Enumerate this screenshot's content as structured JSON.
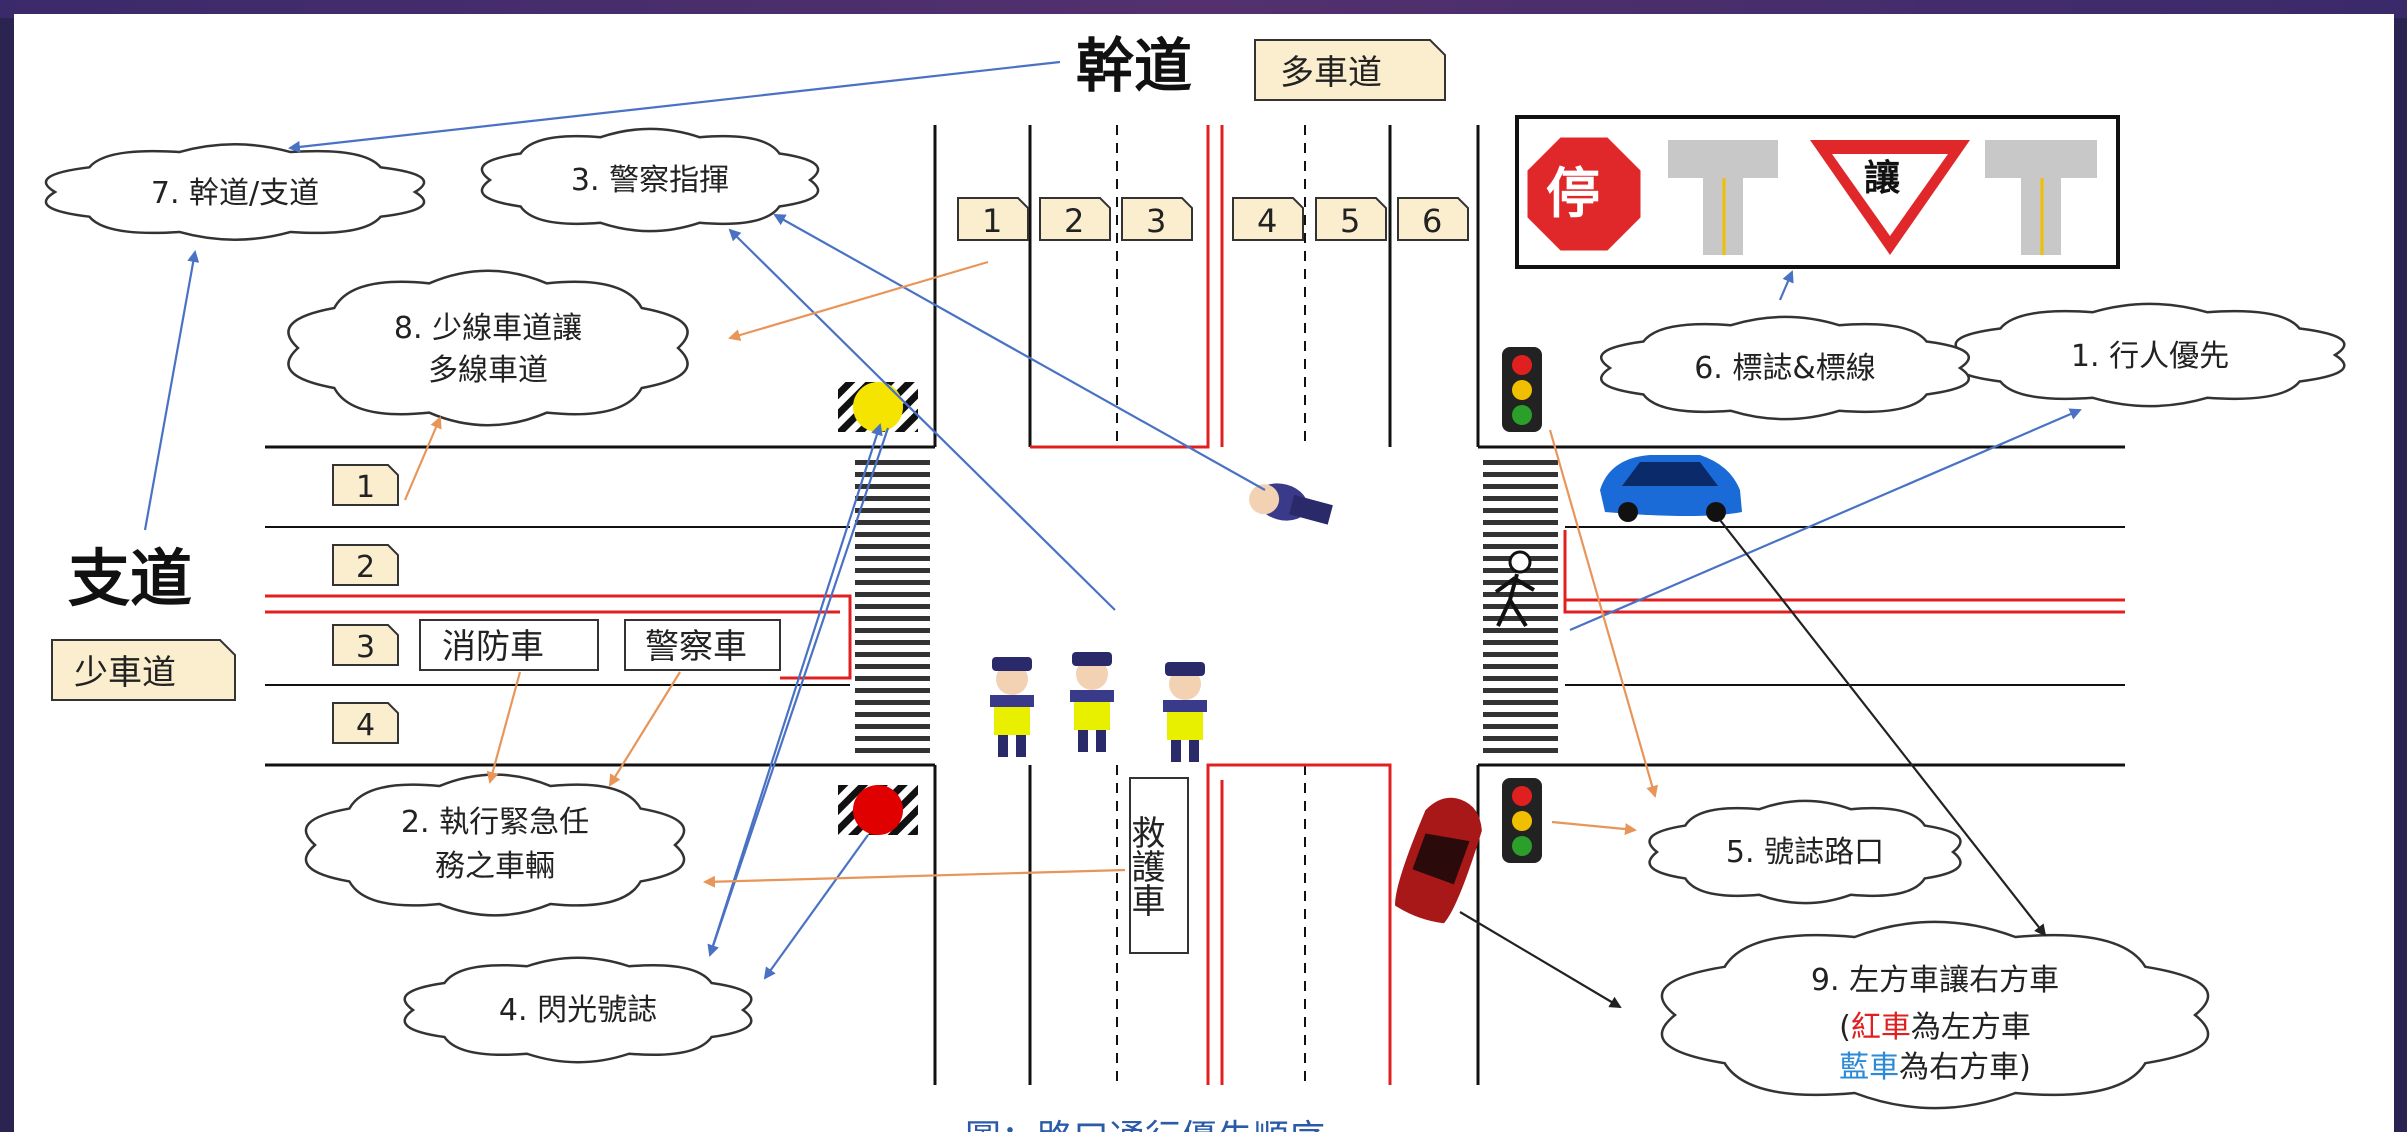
{
  "title": {
    "main_road": "幹道",
    "main_road_tag": "多車道",
    "side_road": "支道",
    "side_road_tag": "少車道"
  },
  "clouds": {
    "c1": "1. 行人優先",
    "c2_line1": "2. 執行緊急任",
    "c2_line2": "務之車輛",
    "c3": "3. 警察指揮",
    "c4": "4. 閃光號誌",
    "c5": "5. 號誌路口",
    "c6": "6. 標誌&標線",
    "c7": "7. 幹道/支道",
    "c8_line1": "8. 少線車道讓",
    "c8_line2": "多線車道",
    "c9_line1": "9. 左方車讓右方車",
    "c9_line2_open": "(",
    "c9_line2_red": "紅車",
    "c9_line2_rest": "為左方車",
    "c9_line3_blue": "藍車",
    "c9_line3_rest": "為右方車)"
  },
  "lane_tags_main": [
    "1",
    "2",
    "3",
    "4",
    "5",
    "6"
  ],
  "lane_tags_side": [
    "1",
    "2",
    "3",
    "4"
  ],
  "vehicles": {
    "fire_truck": "消防車",
    "police_car": "警察車",
    "ambulance": "救護車"
  },
  "signs": {
    "stop": "停",
    "yield": "讓"
  },
  "caption": "圖：路口通行優先順序",
  "colors": {
    "arrow_blue": "#4a72c4",
    "arrow_orange": "#e8955a",
    "road_red": "#e02020",
    "tag_fill": "#fbeecf",
    "stop_red": "#e0282a",
    "red_text": "#e02020",
    "blue_text": "#2a8ad8"
  }
}
